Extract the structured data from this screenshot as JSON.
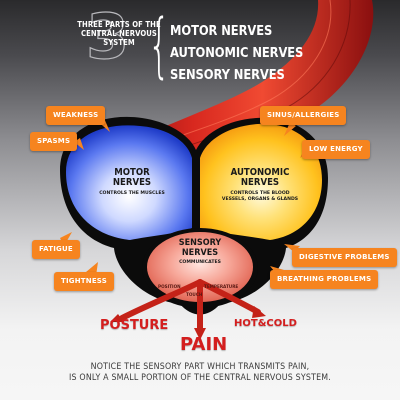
{
  "header": {
    "number": "3",
    "three_parts_caption": "THREE PARTS OF THE CENTRAL NERVOUS SYSTEM",
    "parts": [
      "MOTOR NERVES",
      "AUTONOMIC NERVES",
      "SENSORY NERVES"
    ]
  },
  "lobes": {
    "motor": {
      "title": "MOTOR NERVES",
      "subtitle": "CONTROLS THE MUSCLES"
    },
    "autonomic": {
      "title": "AUTONOMIC NERVES",
      "subtitle": "CONTROLS THE BLOOD VESSELS, ORGANS & GLANDS"
    },
    "sensory": {
      "title": "SENSORY NERVES",
      "subtitle": "COMMUNICATES",
      "branches": [
        "POSITION",
        "TOUCH",
        "TEMPERATURE"
      ]
    }
  },
  "motor_symptoms": [
    "WEAKNESS",
    "SPASMS",
    "FATIGUE",
    "TIGHTNESS"
  ],
  "autonomic_symptoms": [
    "SINUS/ALLERGIES",
    "LOW ENERGY",
    "DIGESTIVE PROBLEMS",
    "BREATHING PROBLEMS"
  ],
  "sensory_outputs": [
    "POSTURE",
    "PAIN",
    "HOT&COLD"
  ],
  "footer": {
    "line1": "NOTICE THE SENSORY PART WHICH TRANSMITS PAIN,",
    "line2": "IS ONLY A SMALL PORTION OF THE CENTRAL NERVOUS SYSTEM."
  },
  "colors": {
    "callout": "#f6841f",
    "motor_blue": "#2a4fd6",
    "autonomic_orange": "#f7a21a",
    "sensory_red": "#d2362b",
    "pain_red": "#d41e1e",
    "muscle_red": "#c81e1e"
  }
}
